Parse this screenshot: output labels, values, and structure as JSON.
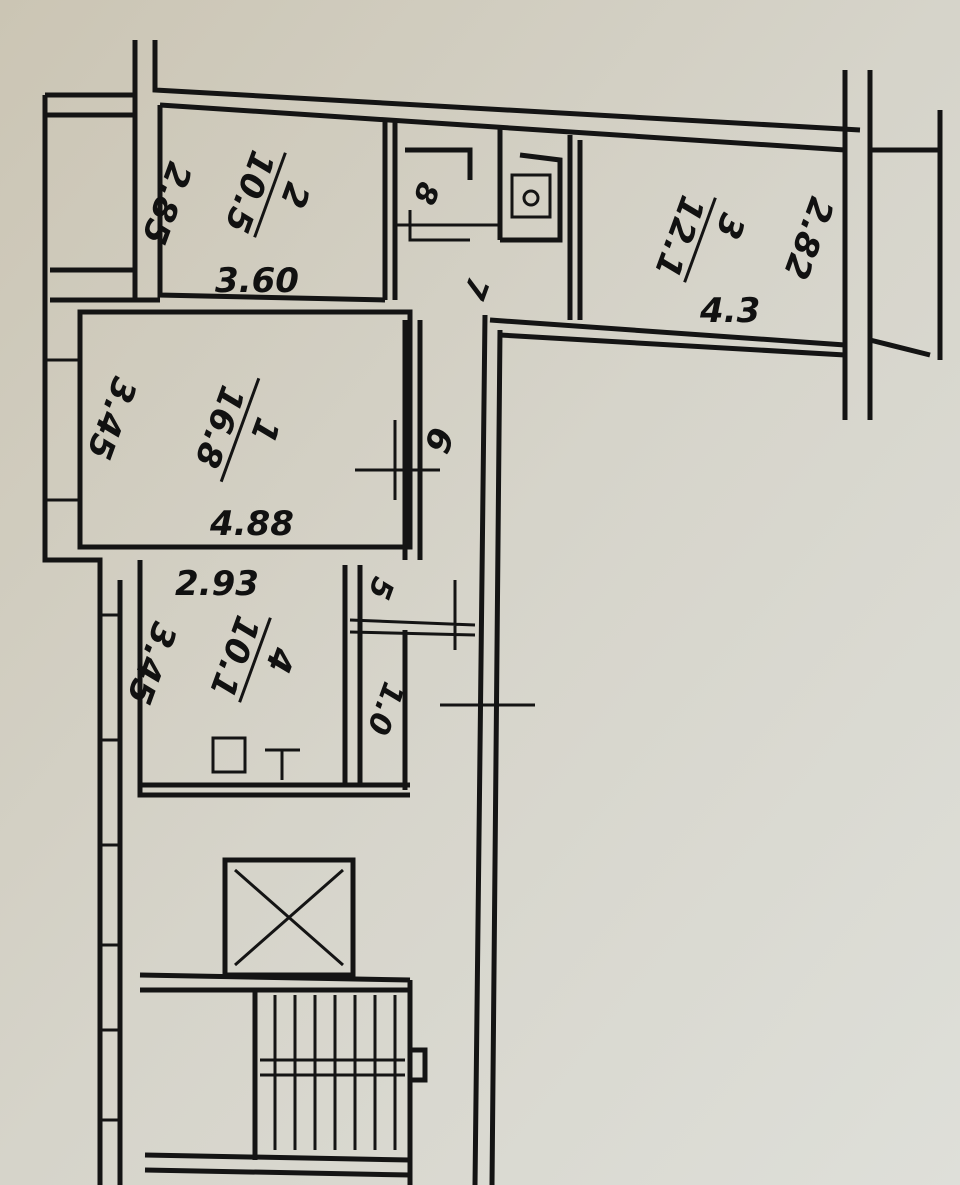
{
  "plan": {
    "rooms": [
      {
        "number": "1",
        "area": "16.8",
        "width": "3.45",
        "length": "4.88"
      },
      {
        "number": "2",
        "area": "10.5",
        "width": "2.85",
        "length": "3.60"
      },
      {
        "number": "3",
        "area": "12.1",
        "width": "2.82",
        "length": "4.3"
      },
      {
        "number": "4",
        "area": "10.1",
        "width": "3.45",
        "length": "2.93"
      }
    ],
    "other_labels": {
      "room_5": "5",
      "room_5_size": "1.0",
      "room_6": "6",
      "room_7": "7",
      "room_8": "8"
    }
  }
}
